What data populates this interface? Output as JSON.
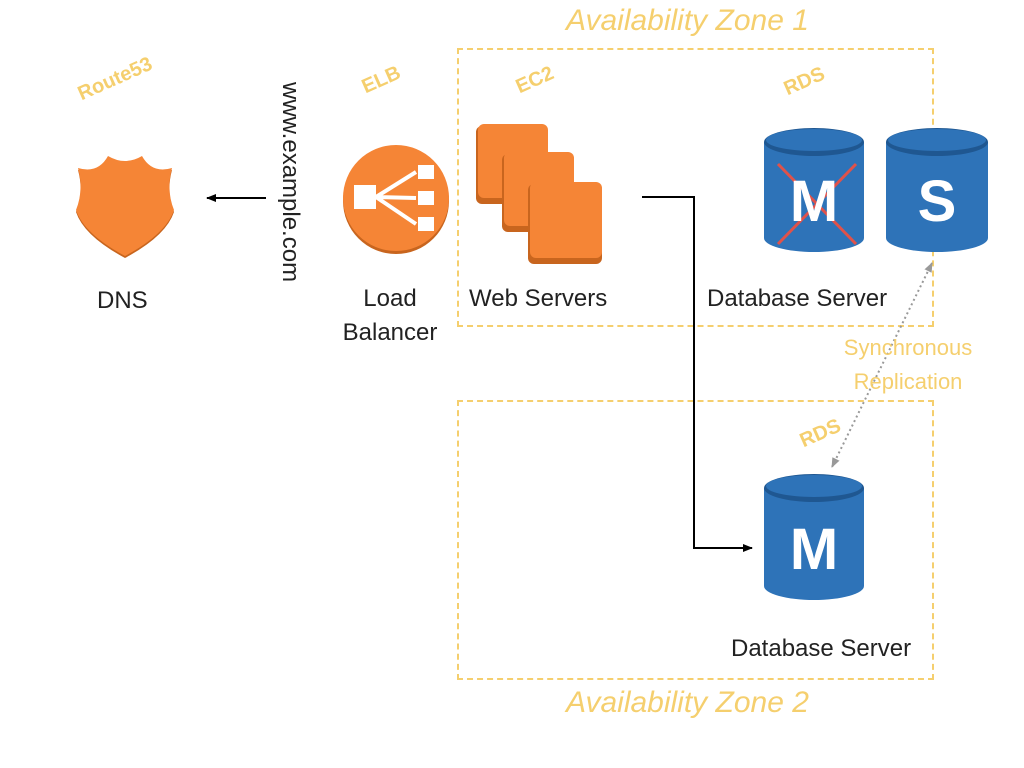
{
  "zones": {
    "zone1_title": "Availability Zone 1",
    "zone2_title": "Availability Zone 2"
  },
  "services": {
    "route53": "Route53",
    "elb": "ELB",
    "ec2": "EC2",
    "rds_primary": "RDS",
    "rds_secondary": "RDS"
  },
  "labels": {
    "dns": "DNS",
    "url": "www.example.com",
    "load_balancer_line1": "Load",
    "load_balancer_line2": "Balancer",
    "web_servers": "Web Servers",
    "db_server_zone1": "Database Server",
    "db_server_zone2": "Database Server",
    "replication_line1": "Synchronous",
    "replication_line2": "Replication"
  },
  "db_letters": {
    "master_failed": "M",
    "standby": "S",
    "master_new": "M"
  },
  "colors": {
    "zone": "#f5cf6e",
    "aws_orange": "#f58536",
    "aws_orange_dark": "#c8651e",
    "rds_blue": "#2e73b8",
    "rds_blue_dark": "#1f5791",
    "failed_mark": "#e0524a"
  }
}
